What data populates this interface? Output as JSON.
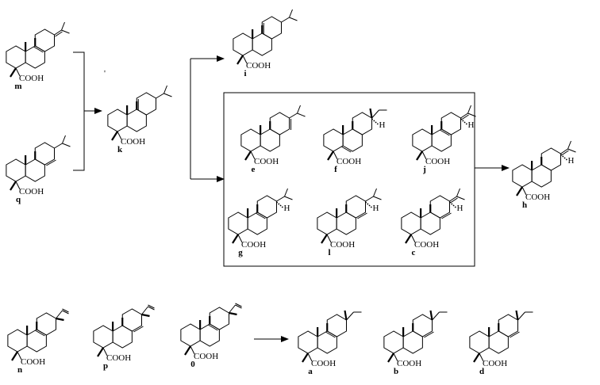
{
  "scheme": {
    "compounds": {
      "m": {
        "label": "m",
        "acid": "COOH"
      },
      "q": {
        "label": "q",
        "acid": "COOH"
      },
      "k": {
        "label": "k",
        "acid": "COOH"
      },
      "i": {
        "label": "i",
        "acid": "COOH"
      },
      "e": {
        "label": "e",
        "acid": "COOH"
      },
      "f": {
        "label": "f",
        "acid": "COOH",
        "h": "H"
      },
      "j": {
        "label": "j",
        "acid": "COOH",
        "h": "H"
      },
      "g": {
        "label": "g",
        "acid": "COOH",
        "h": "H"
      },
      "l": {
        "label": "l",
        "acid": "COOH",
        "h": "H"
      },
      "c": {
        "label": "c",
        "acid": "COOH",
        "h": "H"
      },
      "h": {
        "label": "h",
        "acid": "COOH",
        "h": "H"
      },
      "n": {
        "label": "n",
        "acid": "COOH"
      },
      "p": {
        "label": "p",
        "acid": "COOH"
      },
      "o": {
        "label": "0",
        "acid": "COOH"
      },
      "a": {
        "label": "a",
        "acid": "COOH"
      },
      "b": {
        "label": "b",
        "acid": "COOH"
      },
      "d": {
        "label": "d",
        "acid": "COOH"
      }
    },
    "stray_mark": "'"
  }
}
